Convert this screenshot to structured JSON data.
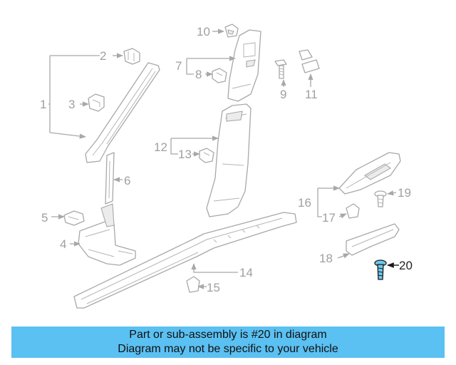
{
  "diagram": {
    "callouts": [
      "1",
      "2",
      "3",
      "4",
      "5",
      "6",
      "7",
      "8",
      "9",
      "10",
      "11",
      "12",
      "13",
      "14",
      "15",
      "16",
      "17",
      "18",
      "19",
      "20"
    ],
    "highlighted_callout": "20",
    "colors": {
      "highlight": "#6ec9ee",
      "banner": "#5bc0f2",
      "line": "#a8a8a8"
    }
  },
  "banner": {
    "line1": "Part or sub-assembly is #20 in diagram",
    "line2": "Diagram may not be specific to your vehicle"
  }
}
